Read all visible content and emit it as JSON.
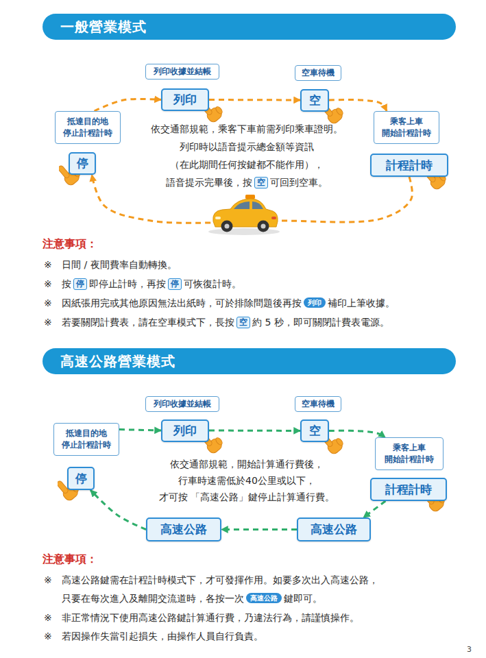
{
  "diagram": {
    "nodes": [
      {
        "text": [
          "一般營業模式"
        ]
      },
      {
        "text": [
          "列印收據並結帳"
        ]
      },
      {
        "text": [
          "列印"
        ]
      },
      {
        "text": [
          "空車待機"
        ]
      },
      {
        "text": [
          "空"
        ]
      },
      {
        "text": [
          "抵達目的地 停止計程計時"
        ]
      },
      {
        "text": [
          "停"
        ]
      },
      {
        "text": [
          "乘客上車 開始計程計時"
        ]
      },
      {
        "text": [
          "計程計時"
        ]
      },
      {
        "text": [
          "高速公路營業模式"
        ]
      },
      {
        "text": [
          "列印收據並結帳"
        ]
      },
      {
        "text": [
          "列印"
        ]
      },
      {
        "text": [
          "空車待機"
        ]
      },
      {
        "text": [
          "空"
        ]
      },
      {
        "text": [
          "抵達目的地 停止計程計時"
        ]
      },
      {
        "text": [
          "停"
        ]
      },
      {
        "text": [
          "乘客上車 開始計程計時"
        ]
      },
      {
        "text": [
          "計程計時"
        ]
      },
      {
        "text": [
          "高速公路"
        ]
      },
      {
        "text": [
          "高速公路"
        ]
      }
    ],
    "edges": [
      {
        "from": 5,
        "to": 2,
        "arrow": "to"
      },
      {
        "from": 2,
        "to": 4,
        "arrow": "to"
      },
      {
        "from": 4,
        "to": 7,
        "arrow": "to"
      },
      {
        "from": 8,
        "to": 6,
        "arrow": "to"
      },
      {
        "from": 14,
        "to": 11,
        "arrow": "to"
      },
      {
        "from": 11,
        "to": 13,
        "arrow": "to"
      },
      {
        "from": 13,
        "to": 16,
        "arrow": "to"
      },
      {
        "from": 17,
        "to": 19,
        "arrow": "to"
      },
      {
        "from": 19,
        "to": 18,
        "arrow": "to"
      },
      {
        "from": 18,
        "to": 15,
        "arrow": "to"
      }
    ],
    "labels": [
      "依交通部規範，乘客下車前需列印乘車證明。",
      "列印時以語音提示總金額等資訊",
      "（在此期間任何按鍵都不能作用），",
      "語音提示完畢後，按",
      "空",
      "可回到空車。",
      "注意事項：",
      "※",
      "日間 / 夜間費率自動轉換。",
      "※",
      "按",
      "停",
      "即停止計時，再按",
      "停",
      "可恢復計時。",
      "※",
      "因紙張用完或其他原因無法出紙時，可於排除問題後再按",
      "列印",
      "補印上筆收據。",
      "※",
      "若要關閉計費表，請在空車模式下，長按",
      "空",
      "約 5 秒，即可關閉計費表電源。",
      "依交通部規範，開始計算通行費後，",
      "行車時速需低於40公里或以下，",
      "才可按 「高速公路」鍵停止計算通行費。",
      "注意事項：",
      "※",
      "高速公路鍵需在計程計時模式下，才可發揮作用。如要多次出入高速公路，",
      "只要在每次進入及離開交流道時，各按一次",
      "高速公路",
      "鍵即可。",
      "※",
      "非正常情況下使用高速公路鍵計算通行費，乃違法行為，請謹慎操作。",
      "※",
      "若因操作失當引起損失，由操作人員自行負責。",
      "3"
    ]
  }
}
